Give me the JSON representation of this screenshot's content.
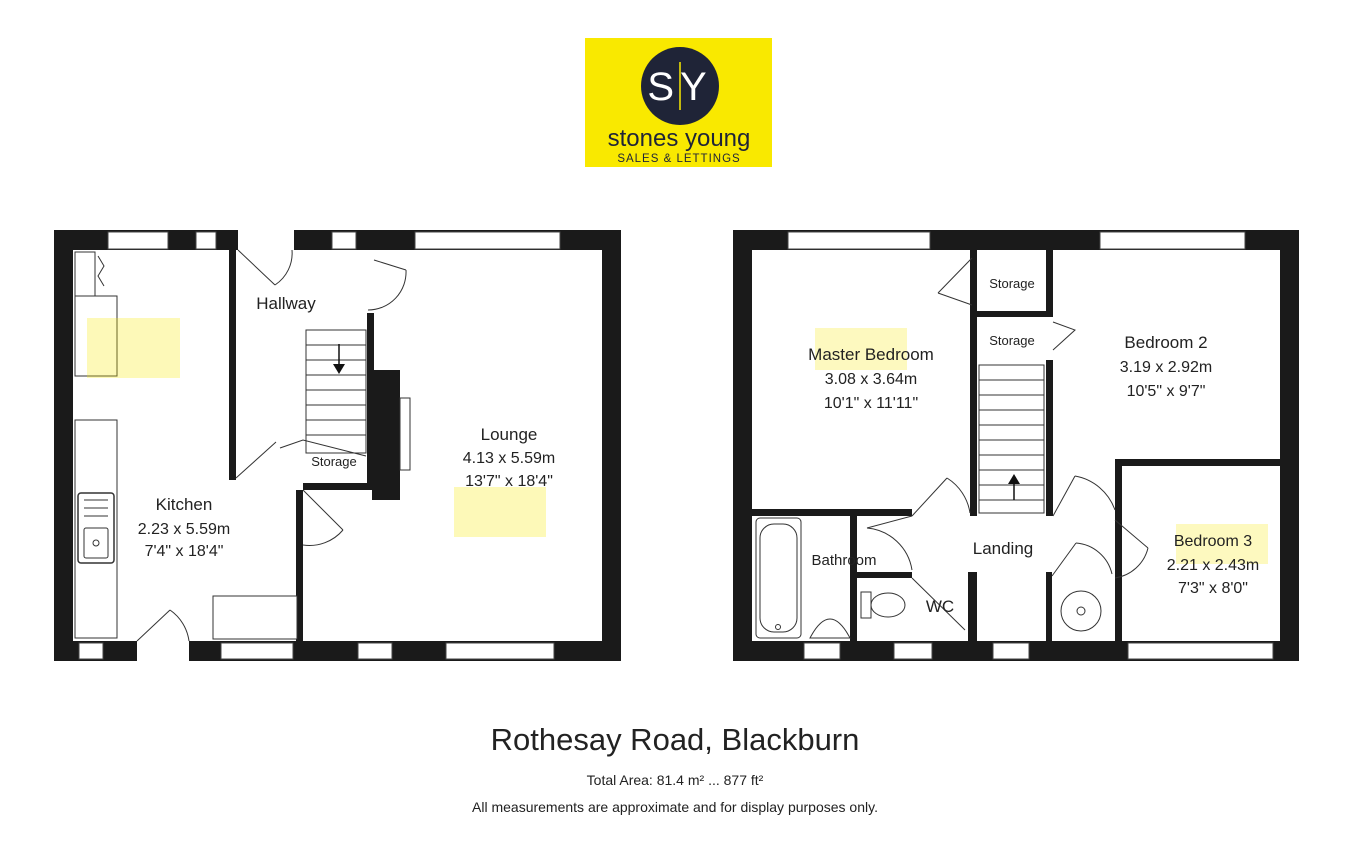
{
  "brand": {
    "monogram": "SY",
    "name": "stones young",
    "tagline": "SALES & LETTINGS",
    "bg_color": "#f9e900",
    "circle_color": "#1f2437"
  },
  "ground_floor": {
    "hallway": {
      "name": "Hallway"
    },
    "kitchen": {
      "name": "Kitchen",
      "metric": "2.23 x 5.59m",
      "imperial": "7'4\" x 18'4\""
    },
    "lounge": {
      "name": "Lounge",
      "metric": "4.13 x 5.59m",
      "imperial": "13'7\" x 18'4\""
    },
    "storage": {
      "name": "Storage"
    }
  },
  "first_floor": {
    "master": {
      "name": "Master Bedroom",
      "metric": "3.08 x 3.64m",
      "imperial": "10'1\" x 11'11\""
    },
    "bedroom2": {
      "name": "Bedroom 2",
      "metric": "3.19 x 2.92m",
      "imperial": "10'5\" x 9'7\""
    },
    "bedroom3": {
      "name": "Bedroom 3",
      "metric": "2.21 x 2.43m",
      "imperial": "7'3\" x 8'0\""
    },
    "storage_top": {
      "name": "Storage"
    },
    "storage_mid": {
      "name": "Storage"
    },
    "bathroom": {
      "name": "Bathroom"
    },
    "wc": {
      "name": "WC"
    },
    "landing": {
      "name": "Landing"
    }
  },
  "footer": {
    "title": "Rothesay Road, Blackburn",
    "total_area": "Total Area: 81.4 m² ... 877 ft²",
    "disclaimer": "All measurements are approximate and for display purposes only."
  }
}
